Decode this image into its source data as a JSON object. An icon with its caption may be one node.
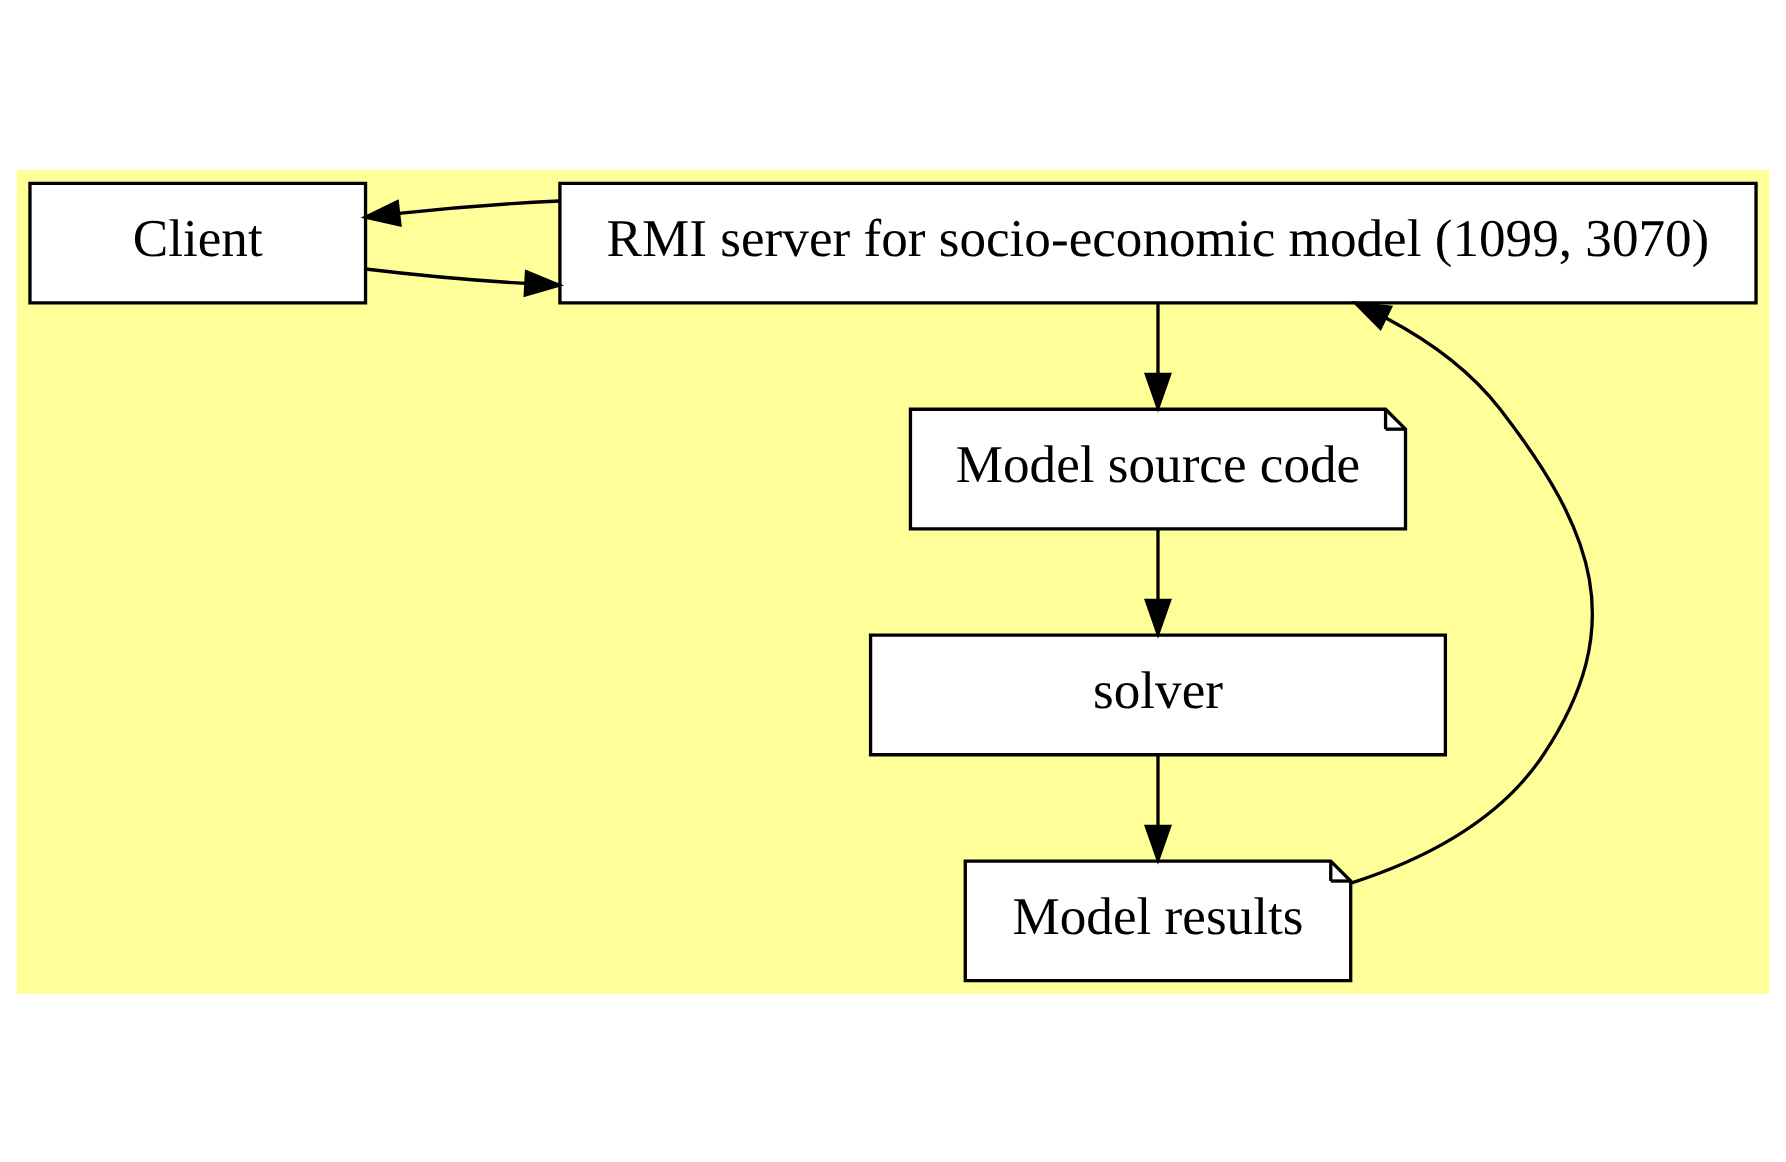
{
  "diagram": {
    "nodes": [
      {
        "text": [
          "Client"
        ]
      },
      {
        "text": [
          "RMI server for socio-economic model (1099, 3070)"
        ]
      },
      {
        "text": [
          "Model source code"
        ]
      },
      {
        "text": [
          "solver"
        ]
      },
      {
        "text": [
          "Model results"
        ]
      }
    ],
    "edges": [
      {
        "from": 0,
        "to": 1,
        "arrow": "to"
      },
      {
        "from": 1,
        "to": 0,
        "arrow": "to"
      },
      {
        "from": 1,
        "to": 2,
        "arrow": "to"
      },
      {
        "from": 2,
        "to": 3,
        "arrow": "to"
      },
      {
        "from": 3,
        "to": 4,
        "arrow": "to"
      },
      {
        "from": 4,
        "to": 1,
        "arrow": "to"
      }
    ]
  }
}
